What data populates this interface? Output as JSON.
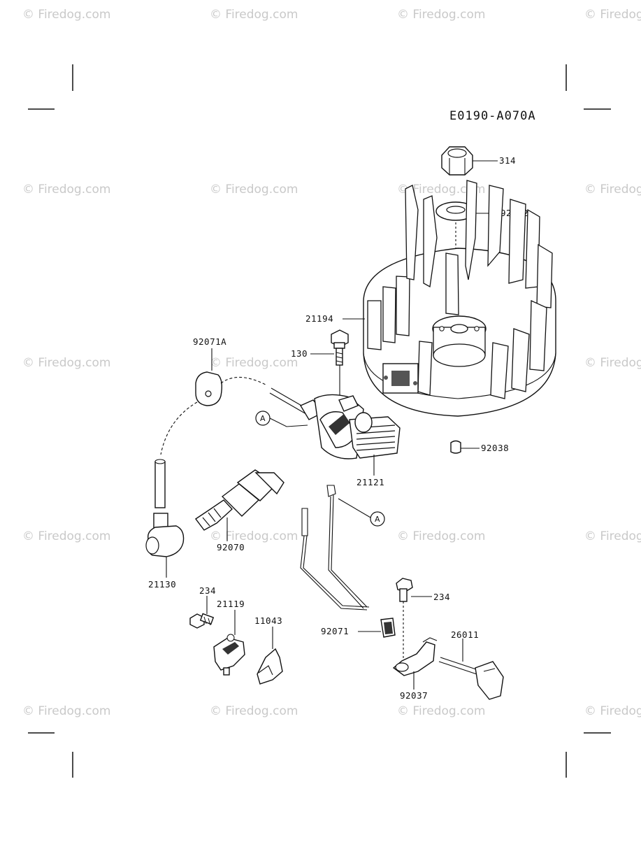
{
  "diagram_code": "E0190-A070A",
  "watermark": "© Firedog.com",
  "connector_ref": "A",
  "parts": {
    "p314": "314",
    "p92022": "92022",
    "p21194": "21194",
    "p92071A": "92071A",
    "p130": "130",
    "p92038": "92038",
    "p21121": "21121",
    "p92070": "92070",
    "p21130": "21130",
    "p234a": "234",
    "p21119": "21119",
    "p11043": "11043",
    "p234b": "234",
    "p92071": "92071",
    "p26011": "26011",
    "p92037": "92037"
  }
}
